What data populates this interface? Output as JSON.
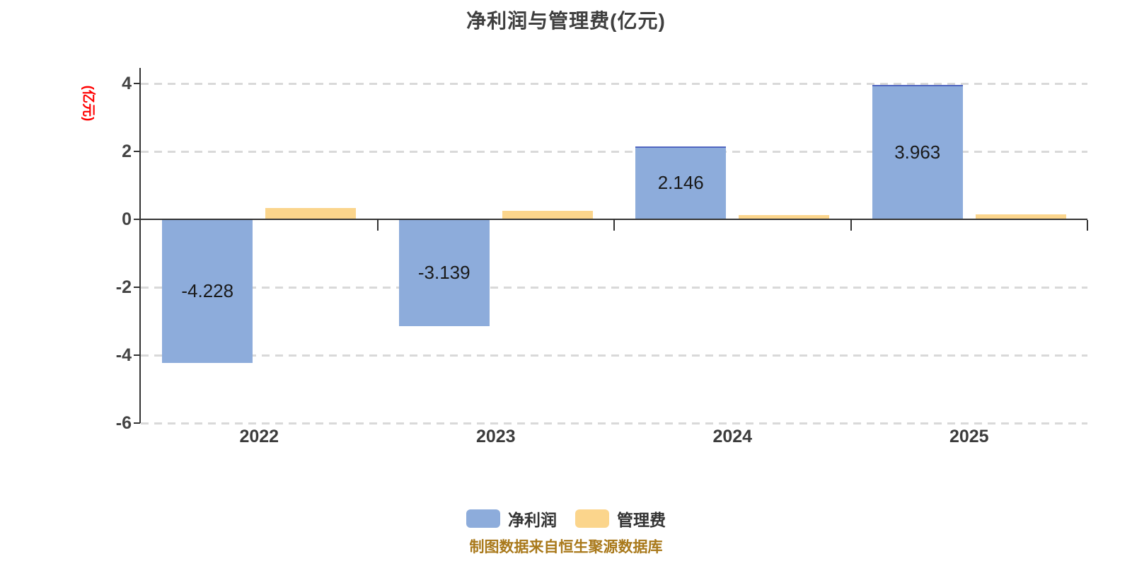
{
  "title": "净利润与管理费(亿元)",
  "y_axis_name": "(亿元)",
  "footer": {
    "source": "制图数据来自恒生聚源数据库",
    "source_color": "#a9791b"
  },
  "legend": {
    "items": [
      {
        "label": "净利润",
        "color": "#8dacdb"
      },
      {
        "label": "管理费",
        "color": "#fbd58c"
      }
    ]
  },
  "colors": {
    "net_profit_bar": "#8dacdb",
    "net_profit_border": "#5066c0",
    "mgmt_fee_bar": "#fbd58c",
    "gridline": "#d9d9d9",
    "axis": "#333333",
    "axis_name_red": "#ff0000",
    "title_text": "#3f3f3f"
  },
  "chart_data": {
    "type": "bar",
    "title": "净利润与管理费(亿元)",
    "ylabel": "(亿元)",
    "xlabel": "",
    "categories": [
      "2022",
      "2023",
      "2024",
      "2025"
    ],
    "series": [
      {
        "name": "净利润",
        "color": "#8dacdb",
        "border_color": "#5066c0",
        "values": [
          -4.228,
          -3.139,
          2.146,
          3.963
        ],
        "data_labels": [
          "-4.228",
          "-3.139",
          "2.146",
          "3.963"
        ]
      },
      {
        "name": "管理费",
        "color": "#fbd58c",
        "values": [
          0.33,
          0.25,
          0.12,
          0.14
        ],
        "data_labels": []
      }
    ],
    "yticks": [
      4,
      2,
      0,
      -2,
      -4,
      -6
    ],
    "ylim": [
      -6,
      4
    ],
    "grid": "horizontal-dashed",
    "legend_position": "bottom"
  }
}
